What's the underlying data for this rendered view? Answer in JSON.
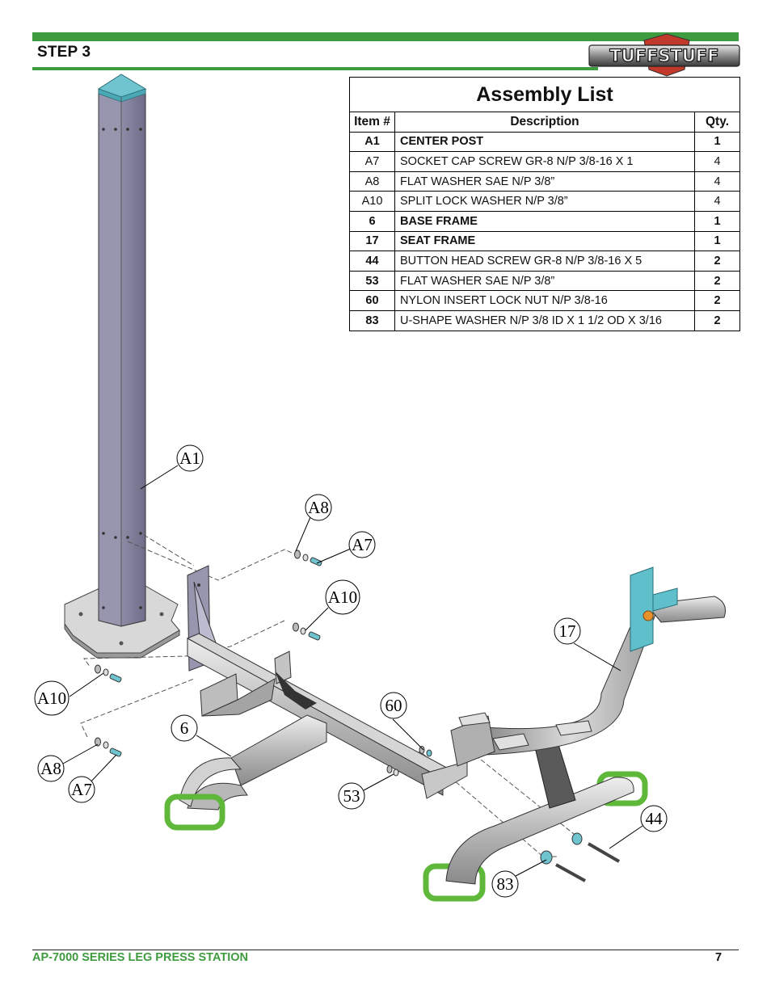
{
  "header": {
    "step": "STEP 3",
    "logo_text": "TUFFSTUFF",
    "accent_color": "#3f9b3f"
  },
  "assembly_list": {
    "title": "Assembly List",
    "columns": [
      "Item #",
      "Description",
      "Qty."
    ],
    "rows": [
      {
        "item": "A1",
        "description": "CENTER POST",
        "qty": "1",
        "bold": true
      },
      {
        "item": "A7",
        "description": "SOCKET CAP SCREW GR-8 N/P 3/8-16 X 1",
        "qty": "4",
        "bold": false
      },
      {
        "item": "A8",
        "description": "FLAT WASHER SAE N/P 3/8”",
        "qty": "4",
        "bold": false
      },
      {
        "item": "A10",
        "description": "SPLIT LOCK WASHER N/P 3/8”",
        "qty": "4",
        "bold": false
      },
      {
        "item": "6",
        "description": "BASE FRAME",
        "qty": "1",
        "bold": true
      },
      {
        "item": "17",
        "description": "SEAT FRAME",
        "qty": "1",
        "bold": true
      },
      {
        "item": "44",
        "description": "BUTTON HEAD SCREW GR-8 N/P 3/8-16 X 5",
        "qty": "2",
        "bold": "item-qty"
      },
      {
        "item": "53",
        "description": "FLAT WASHER SAE N/P 3/8”",
        "qty": "2",
        "bold": "item-qty"
      },
      {
        "item": "60",
        "description": "NYLON INSERT LOCK NUT N/P 3/8-16",
        "qty": "2",
        "bold": "item-qty"
      },
      {
        "item": "83",
        "description": "U-SHAPE WASHER  N/P 3/8 ID X 1 1/2 OD X 3/16",
        "qty": "2",
        "bold": "item-qty"
      }
    ]
  },
  "callouts": {
    "a1": "A1",
    "a8_top": "A8",
    "a7_top": "A7",
    "a10_top": "A10",
    "c17": "17",
    "a10_left": "A10",
    "c60": "60",
    "c6": "6",
    "a8_left": "A8",
    "a7_left": "A7",
    "c53": "53",
    "c44": "44",
    "c83": "83"
  },
  "footer": {
    "title": "AP-7000 SERIES LEG PRESS STATION",
    "page": "7"
  }
}
